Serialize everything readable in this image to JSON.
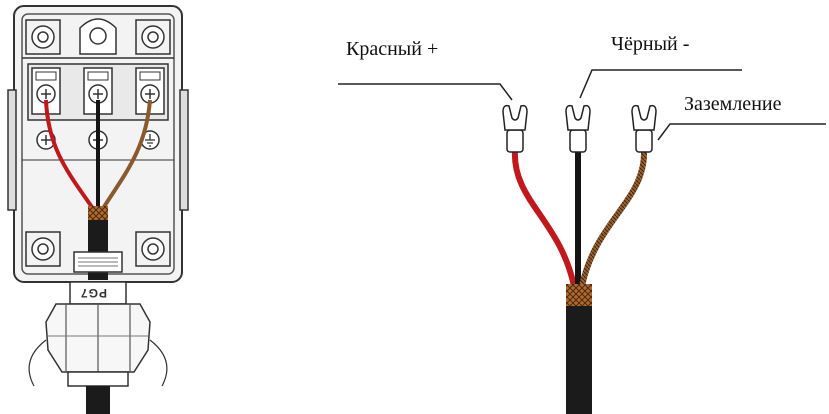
{
  "labels": {
    "red_wire": "Красный +",
    "black_wire": "Чёрный -",
    "ground_wire": "Заземление"
  },
  "box": {
    "gland_marking": "PG7"
  },
  "colors": {
    "red_wire": "#c0181c",
    "black_wire": "#141414",
    "ground_wire": "#8a5a2e",
    "cable": "#1b1b1b",
    "shield_braid": "#b06a2a",
    "outline": "#333333",
    "box_fill": "#f3f3f3"
  }
}
